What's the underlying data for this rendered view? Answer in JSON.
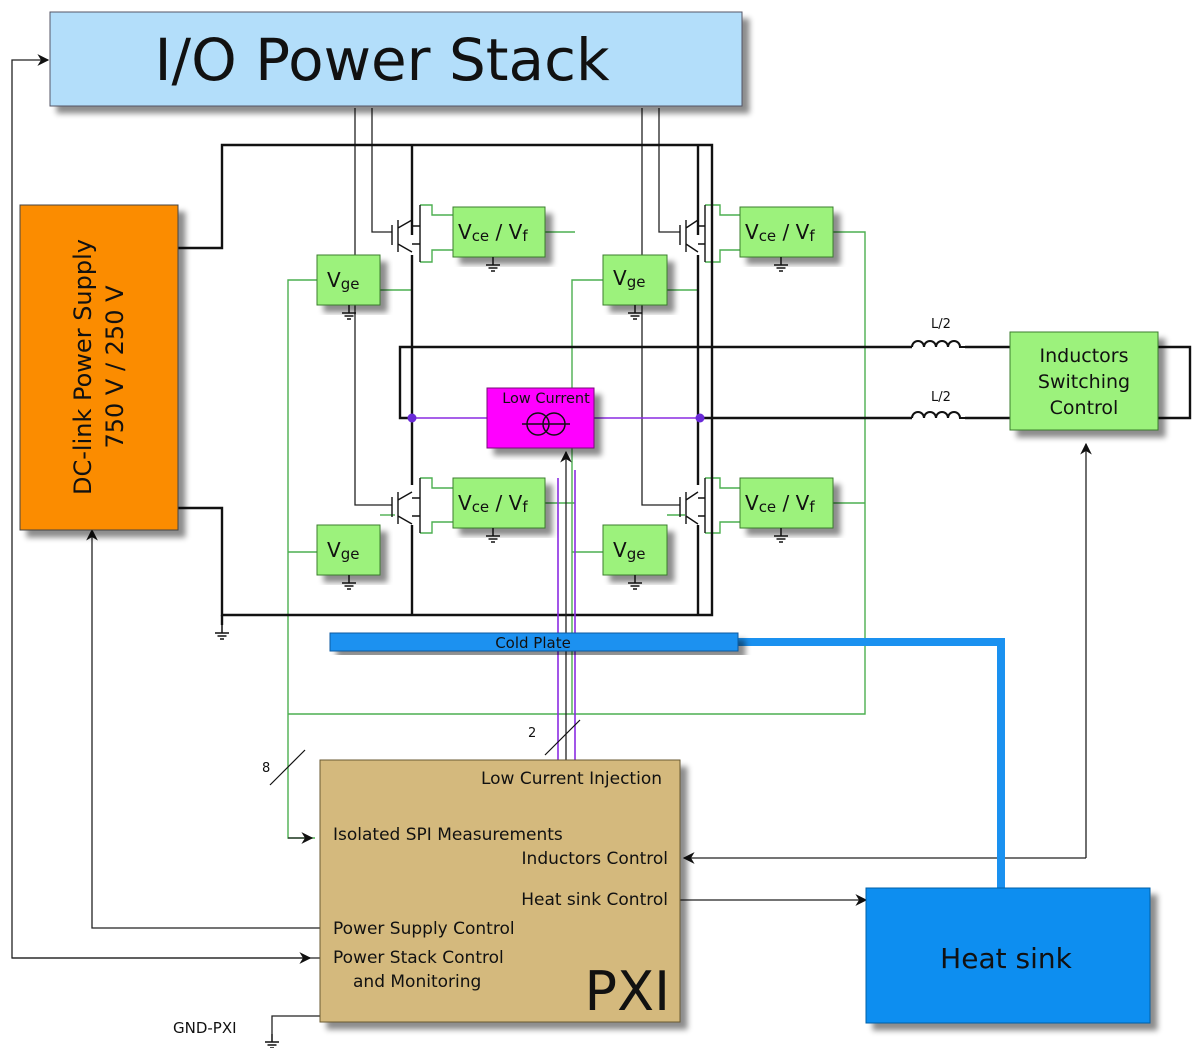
{
  "io_stack": {
    "title": "I/O Power Stack"
  },
  "dc_supply": {
    "line1": "DC-link Power Supply",
    "line2": "750 V / 250 V"
  },
  "modules": {
    "vce": "V",
    "vce_sub": "ce",
    "vce_rest": " / V",
    "vce_f": "f",
    "vge": "V",
    "vge_sub": "ge"
  },
  "low_current": {
    "label": "Low Current"
  },
  "inductors": {
    "l_top": "L/2",
    "l_bottom": "L/2"
  },
  "inductor_ctrl": {
    "line1": "Inductors",
    "line2": "Switching",
    "line3": "Control"
  },
  "cold_plate": {
    "label": "Cold Plate"
  },
  "heat_sink": {
    "label": "Heat sink"
  },
  "bus_widths": {
    "spi": "8",
    "injection": "2"
  },
  "pxi": {
    "title": "PXI",
    "low_current_injection": "Low Current Injection",
    "isolated_spi": "Isolated SPI Measurements",
    "inductors_control": "Inductors Control",
    "heat_sink_control": "Heat sink Control",
    "power_supply_control": "Power Supply Control",
    "power_stack_control": "Power Stack Control",
    "and_monitoring": "and Monitoring",
    "gnd": "GND-PXI"
  },
  "colors": {
    "io_stack": "#b3defa",
    "dc_supply": "#fb8c00",
    "module": "#9cf27c",
    "low_current": "#ff00ff",
    "cold_plate": "#1a91f0",
    "heat_sink": "#0a8ef0",
    "pxi": "#d4b97d",
    "green_wire": "#4caf50",
    "purple_wire": "#8a2be2"
  }
}
